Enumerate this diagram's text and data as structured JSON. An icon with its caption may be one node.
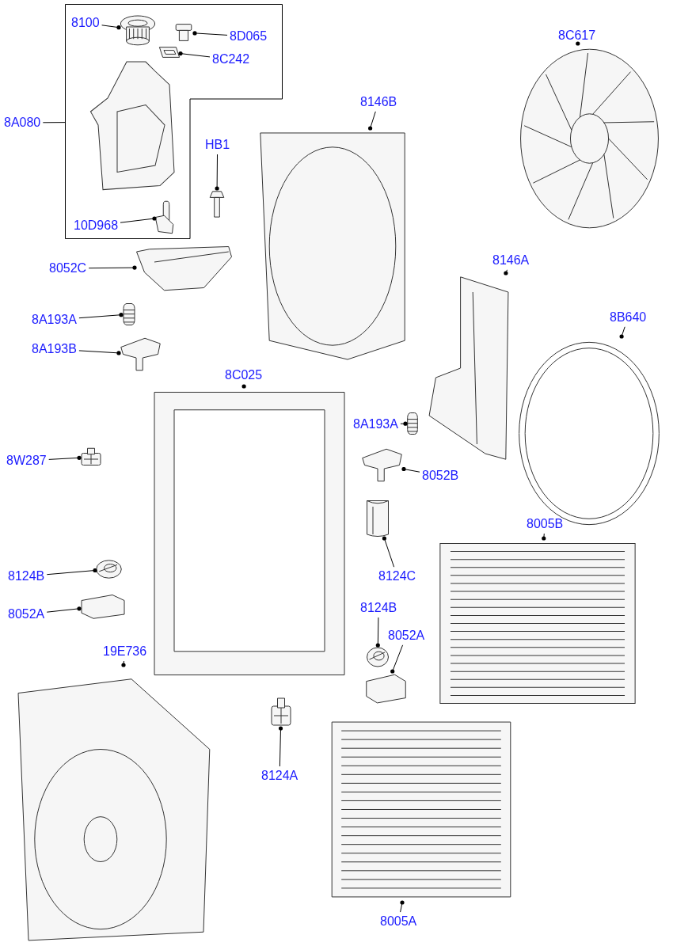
{
  "diagram": {
    "nodes": [
      {
        "text": [],
        "shape": "box"
      },
      {
        "text": [
          "8100"
        ],
        "in": 0
      },
      {
        "text": [],
        "shape": "picture",
        "in": 0
      },
      {
        "text": [
          "8D065"
        ],
        "in": 0
      },
      {
        "text": [],
        "shape": "picture",
        "in": 0
      },
      {
        "text": [
          "8C242"
        ],
        "in": 0
      },
      {
        "text": [],
        "shape": "picture",
        "in": 0
      },
      {
        "text": [
          "10D968"
        ],
        "in": 0
      },
      {
        "text": [],
        "shape": "picture",
        "in": 0
      },
      {
        "text": [
          "8A080"
        ]
      },
      {
        "text": [
          "HB1"
        ]
      },
      {
        "text": [],
        "shape": "picture"
      },
      {
        "text": [
          "8052C"
        ]
      },
      {
        "text": [],
        "shape": "picture"
      },
      {
        "text": [
          "8146B"
        ]
      },
      {
        "text": [],
        "shape": "picture"
      },
      {
        "text": [
          "8C617"
        ]
      },
      {
        "text": [],
        "shape": "picture"
      },
      {
        "text": [
          "8146A"
        ]
      },
      {
        "text": [],
        "shape": "picture"
      },
      {
        "text": [
          "8B640"
        ]
      },
      {
        "text": [],
        "shape": "picture"
      },
      {
        "text": [
          "8A193A"
        ]
      },
      {
        "text": [],
        "shape": "picture"
      },
      {
        "text": [
          "8A193B"
        ]
      },
      {
        "text": [],
        "shape": "picture"
      },
      {
        "text": [
          "8C025"
        ]
      },
      {
        "text": [],
        "shape": "picture"
      },
      {
        "text": [
          "8A193A"
        ]
      },
      {
        "text": [],
        "shape": "picture"
      },
      {
        "text": [
          "8W287"
        ]
      },
      {
        "text": [],
        "shape": "picture"
      },
      {
        "text": [
          "8052B"
        ]
      },
      {
        "text": [],
        "shape": "picture"
      },
      {
        "text": [
          "8124C"
        ]
      },
      {
        "text": [],
        "shape": "picture"
      },
      {
        "text": [
          "8124B"
        ]
      },
      {
        "text": [],
        "shape": "picture"
      },
      {
        "text": [
          "8052A"
        ]
      },
      {
        "text": [],
        "shape": "picture"
      },
      {
        "text": [
          "8124B"
        ]
      },
      {
        "text": [],
        "shape": "picture"
      },
      {
        "text": [
          "8052A"
        ]
      },
      {
        "text": [],
        "shape": "picture"
      },
      {
        "text": [
          "19E736"
        ]
      },
      {
        "text": [],
        "shape": "picture"
      },
      {
        "text": [
          "8124A"
        ]
      },
      {
        "text": [],
        "shape": "picture"
      },
      {
        "text": [
          "8005B"
        ]
      },
      {
        "text": [],
        "shape": "picture"
      },
      {
        "text": [
          "8005A"
        ]
      },
      {
        "text": [],
        "shape": "picture"
      }
    ],
    "edges": [
      {
        "from": 1,
        "to": 2,
        "arrow": "other"
      },
      {
        "from": 3,
        "to": 4,
        "arrow": "other"
      },
      {
        "from": 5,
        "to": 6,
        "arrow": "other"
      },
      {
        "from": 7,
        "to": 8,
        "arrow": "other"
      },
      {
        "from": 9,
        "to": 0,
        "arrow": "none"
      },
      {
        "from": 10,
        "to": 11,
        "arrow": "other"
      },
      {
        "from": 12,
        "to": 13,
        "arrow": "other"
      },
      {
        "from": 14,
        "to": 15,
        "arrow": "other"
      },
      {
        "from": 16,
        "to": 17,
        "arrow": "other"
      },
      {
        "from": 18,
        "to": 19,
        "arrow": "other"
      },
      {
        "from": 20,
        "to": 21,
        "arrow": "other"
      },
      {
        "from": 22,
        "to": 23,
        "arrow": "other"
      },
      {
        "from": 24,
        "to": 25,
        "arrow": "other"
      },
      {
        "from": 26,
        "to": 27,
        "arrow": "other"
      },
      {
        "from": 28,
        "to": 29,
        "arrow": "other"
      },
      {
        "from": 30,
        "to": 31,
        "arrow": "other"
      },
      {
        "from": 32,
        "to": 33,
        "arrow": "other"
      },
      {
        "from": 34,
        "to": 35,
        "arrow": "other"
      },
      {
        "from": 36,
        "to": 37,
        "arrow": "other"
      },
      {
        "from": 38,
        "to": 39,
        "arrow": "other"
      },
      {
        "from": 40,
        "to": 41,
        "arrow": "other"
      },
      {
        "from": 42,
        "to": 43,
        "arrow": "other"
      },
      {
        "from": 44,
        "to": 45,
        "arrow": "other"
      },
      {
        "from": 46,
        "to": 47,
        "arrow": "other"
      },
      {
        "from": 48,
        "to": 49,
        "arrow": "other"
      },
      {
        "from": 50,
        "to": 51,
        "arrow": "other"
      }
    ]
  }
}
